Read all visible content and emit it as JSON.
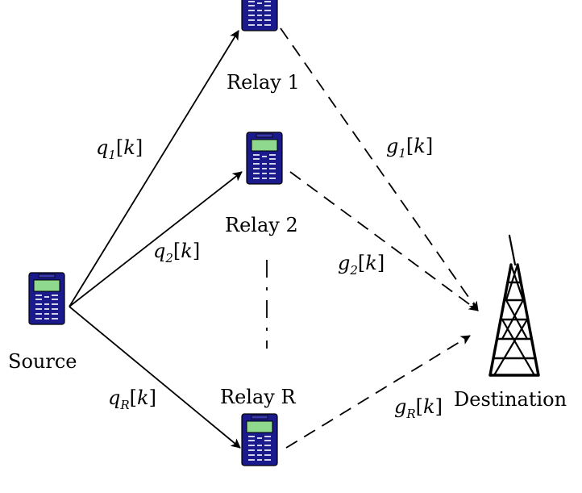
{
  "nodes": {
    "source": {
      "label": "Source"
    },
    "relay_1": {
      "label": "Relay 1"
    },
    "relay_2": {
      "label": "Relay 2"
    },
    "relay_r": {
      "label": "Relay R"
    },
    "destination": {
      "label": "Destination"
    }
  },
  "links": {
    "q1": {
      "var": "q",
      "sub": "1",
      "open": "[",
      "arg": "k",
      "close": "]"
    },
    "q2": {
      "var": "q",
      "sub": "2",
      "open": "[",
      "arg": "k",
      "close": "]"
    },
    "qR": {
      "var": "q",
      "sub": "R",
      "open": "[",
      "arg": "k",
      "close": "]"
    },
    "g1": {
      "var": "g",
      "sub": "1",
      "open": "[",
      "arg": "k",
      "close": "]"
    },
    "g2": {
      "var": "g",
      "sub": "2",
      "open": "[",
      "arg": "k",
      "close": "]"
    },
    "gR": {
      "var": "g",
      "sub": "R",
      "open": "[",
      "arg": "k",
      "close": "]"
    }
  },
  "colors": {
    "phone_body": "#1a1a8c",
    "phone_screen": "#8fd98f",
    "phone_keys": "#ffffff",
    "line": "#000000"
  },
  "icons": {
    "phone": "mobile-phone-icon",
    "tower": "antenna-tower-icon"
  }
}
